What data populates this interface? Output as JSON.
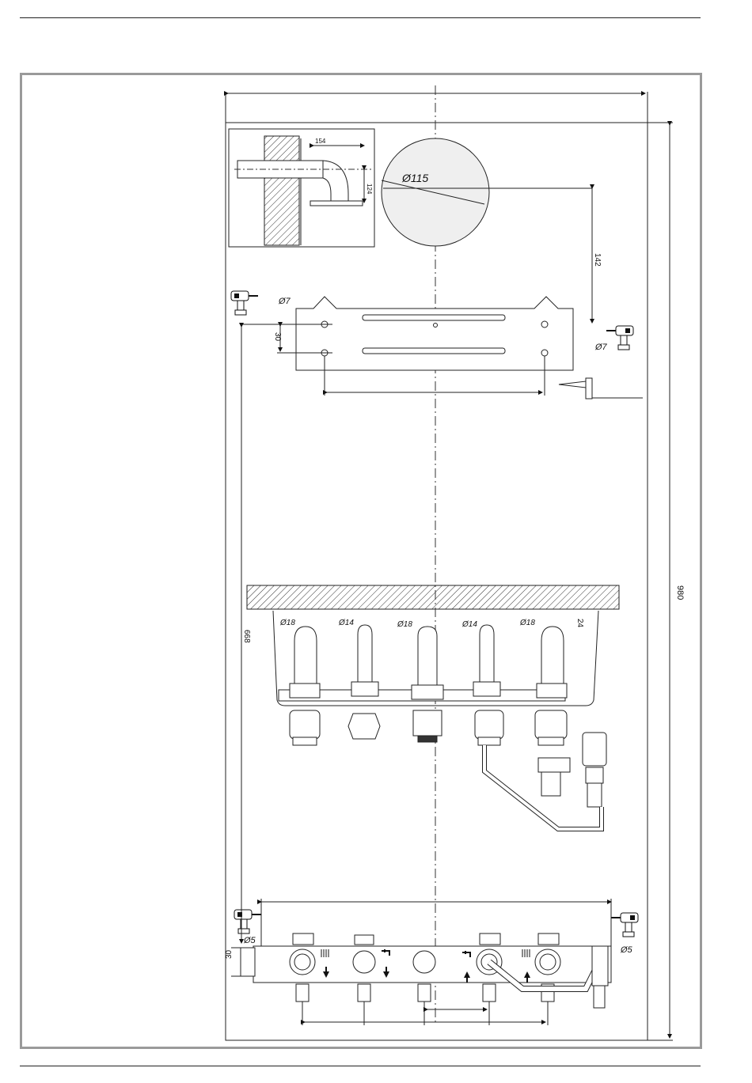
{
  "labels": {
    "detail_offset": "154",
    "detail_height": "124",
    "flue_diameter": "Ø115",
    "flue_offset": "142",
    "drill_top_left": "Ø7",
    "drill_top_right": "Ø7",
    "bracket_hole_spacing": "30",
    "overall_height": "980",
    "pipe_depth": "668",
    "wall_offset": "24",
    "pipes": [
      "Ø18",
      "Ø14",
      "Ø18",
      "Ø14",
      "Ø18"
    ],
    "drill_bottom_left": "Ø5",
    "drill_bottom_right": "Ø5",
    "bottom_plate_height": "30"
  },
  "icons": [
    "drill-icon",
    "wall-plug-icon",
    "flow-arrow-icon",
    "tap-icon",
    "radiator-icon"
  ]
}
